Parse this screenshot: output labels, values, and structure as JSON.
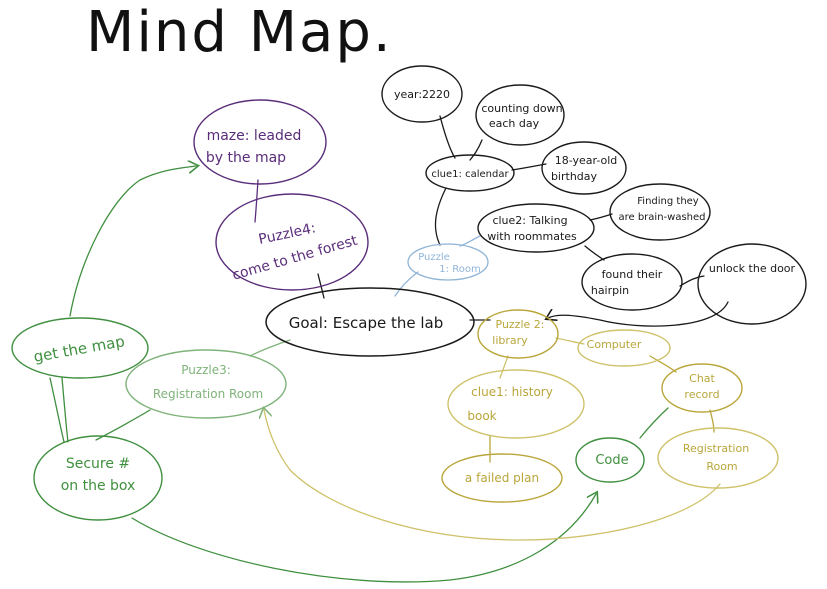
{
  "title": "Mind Map.",
  "colors": {
    "black": "#1a1a1a",
    "purple": "#5a2d7a",
    "green": "#3f8f3f",
    "light_green": "#7fb37a",
    "yellow": "#b9a63a",
    "light_yellow": "#cfc26a",
    "light_blue": "#8fb4d8"
  },
  "nodes": {
    "goal": "Goal: Escape the lab",
    "year": "year:2220",
    "counting": [
      "counting down",
      "each day"
    ],
    "clue1_calendar": "clue1: calendar",
    "birthday": [
      "18-year-old",
      "birthday"
    ],
    "clue2_roommates": [
      "clue2: Talking",
      "with roommates"
    ],
    "brain_washed": [
      "Finding they",
      "are brain-washed"
    ],
    "hairpin": [
      "found their",
      "hairpin"
    ],
    "unlock": "unlock the door",
    "puzzle1": [
      "Puzzle",
      "1: Room"
    ],
    "puzzle4": [
      "Puzzle4:",
      "come to the forest"
    ],
    "maze": [
      "maze: leaded",
      "by the map"
    ],
    "get_map": "get the map",
    "puzzle3": [
      "Puzzle3:",
      "Registration Room"
    ],
    "secure": [
      "Secure #",
      "on the box"
    ],
    "puzzle2": [
      "Puzzle 2:",
      "library"
    ],
    "computer": "Computer",
    "chat_record": [
      "Chat",
      "record"
    ],
    "clue1_history": [
      "clue1: history",
      "book"
    ],
    "failed_plan": "a failed plan",
    "code": "Code",
    "registration_room": [
      "Registration",
      "Room"
    ]
  }
}
